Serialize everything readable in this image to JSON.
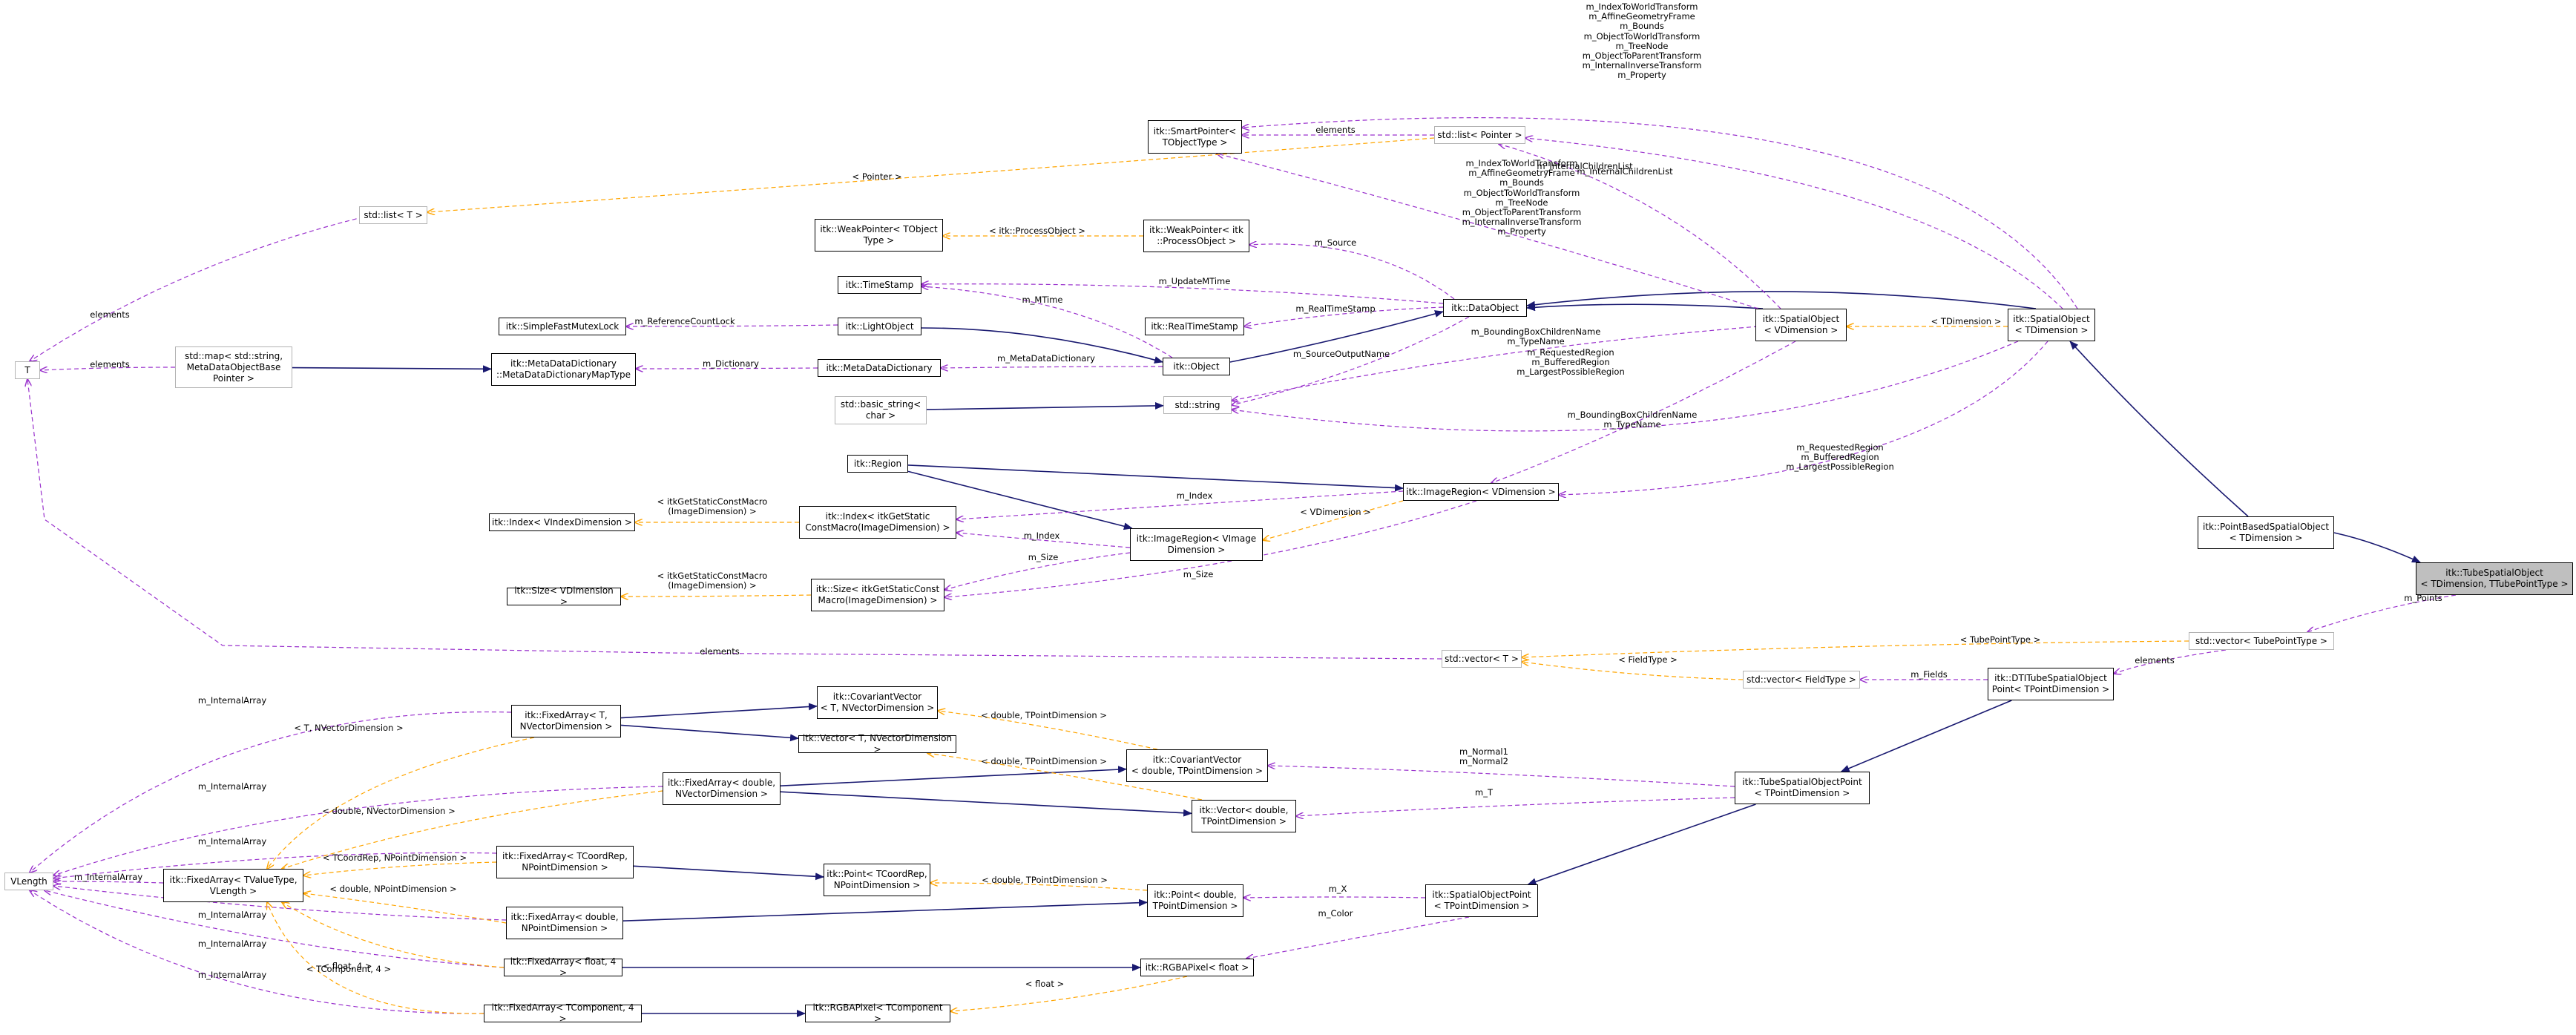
{
  "diagram": {
    "title": "",
    "colors": {
      "inheritance": "#191970",
      "usage": "#9a32cd",
      "template": "#ffa500",
      "external_border": "#b3b3b3",
      "focus_fill": "#bfbfbf"
    },
    "nodes": [
      {
        "id": "T",
        "label": "T",
        "external": true
      },
      {
        "id": "VLength",
        "label": "VLength",
        "external": true
      },
      {
        "id": "stdlistT",
        "label": "std::list< T >",
        "external": true
      },
      {
        "id": "stdmap",
        "label": "std::map< std::string,\nMetaDataObjectBase\nPointer >",
        "external": true
      },
      {
        "id": "basicstring",
        "label": "std::basic_string<\nchar >",
        "external": true
      },
      {
        "id": "stdlistPointer",
        "label": "std::list< Pointer >",
        "external": true
      },
      {
        "id": "stdstring",
        "label": "std::string",
        "external": true
      },
      {
        "id": "stdvectorT",
        "label": "std::vector< T >",
        "external": true
      },
      {
        "id": "stdvectorTube",
        "label": "std::vector< TubePointType >",
        "external": true
      },
      {
        "id": "stdvectorField",
        "label": "std::vector< FieldType >",
        "external": true
      },
      {
        "id": "SmartPointer",
        "label": "itk::SmartPointer<\nTObjectType >"
      },
      {
        "id": "WeakPointerT",
        "label": "itk::WeakPointer< TObject\nType >"
      },
      {
        "id": "WeakPointerPO",
        "label": "itk::WeakPointer< itk\n::ProcessObject >"
      },
      {
        "id": "TimeStamp",
        "label": "itk::TimeStamp"
      },
      {
        "id": "RealTimeStamp",
        "label": "itk::RealTimeStamp"
      },
      {
        "id": "SimpleFastMutexLock",
        "label": "itk::SimpleFastMutexLock"
      },
      {
        "id": "LightObject",
        "label": "itk::LightObject"
      },
      {
        "id": "MDDMap",
        "label": "itk::MetaDataDictionary\n::MetaDataDictionaryMapType"
      },
      {
        "id": "MDD",
        "label": "itk::MetaDataDictionary"
      },
      {
        "id": "Object",
        "label": "itk::Object"
      },
      {
        "id": "DataObject",
        "label": "itk::DataObject"
      },
      {
        "id": "SpatialObjectV",
        "label": "itk::SpatialObject\n< VDimension >"
      },
      {
        "id": "SpatialObjectT",
        "label": "itk::SpatialObject\n< TDimension >"
      },
      {
        "id": "Region",
        "label": "itk::Region"
      },
      {
        "id": "ImageRegionV",
        "label": "itk::ImageRegion< VDimension >"
      },
      {
        "id": "IndexV",
        "label": "itk::Index< VIndexDimension >"
      },
      {
        "id": "IndexMacro",
        "label": "itk::Index< itkGetStatic\nConstMacro(ImageDimension) >"
      },
      {
        "id": "ImageRegionVI",
        "label": "itk::ImageRegion< VImage\nDimension >"
      },
      {
        "id": "SizeV",
        "label": "itk::Size< VDimension >"
      },
      {
        "id": "SizeMacro",
        "label": "itk::Size< itkGetStaticConst\nMacro(ImageDimension) >"
      },
      {
        "id": "PointBasedSO",
        "label": "itk::PointBasedSpatialObject\n< TDimension >"
      },
      {
        "id": "TubeSO",
        "label": "itk::TubeSpatialObject\n< TDimension, TTubePointType >",
        "focus": true
      },
      {
        "id": "DTITubePoint",
        "label": "itk::DTITubeSpatialObject\nPoint< TPointDimension >"
      },
      {
        "id": "TubePoint",
        "label": "itk::TubeSpatialObjectPoint\n< TPointDimension >"
      },
      {
        "id": "SOPoint",
        "label": "itk::SpatialObjectPoint\n< TPointDimension >"
      },
      {
        "id": "FATNV",
        "label": "itk::FixedArray< T,\nNVectorDimension >"
      },
      {
        "id": "CovVecT",
        "label": "itk::CovariantVector\n< T, NVectorDimension >"
      },
      {
        "id": "VectorT",
        "label": "itk::Vector< T, NVectorDimension >"
      },
      {
        "id": "FAdoubleNV",
        "label": "itk::FixedArray< double,\nNVectorDimension >"
      },
      {
        "id": "CovVecD",
        "label": "itk::CovariantVector\n< double, TPointDimension >"
      },
      {
        "id": "VectorD",
        "label": "itk::Vector< double,\nTPointDimension >"
      },
      {
        "id": "FAValueType",
        "label": "itk::FixedArray< TValueType,\nVLength >"
      },
      {
        "id": "FACoordRep",
        "label": "itk::FixedArray< TCoordRep,\nNPointDimension >"
      },
      {
        "id": "PointCoordRep",
        "label": "itk::Point< TCoordRep,\nNPointDimension >"
      },
      {
        "id": "FAdoubleNP",
        "label": "itk::FixedArray< double,\nNPointDimension >"
      },
      {
        "id": "PointD",
        "label": "itk::Point< double,\nTPointDimension >"
      },
      {
        "id": "FAfloat4",
        "label": "itk::FixedArray< float, 4 >"
      },
      {
        "id": "RGBAfloat",
        "label": "itk::RGBAPixel< float >"
      },
      {
        "id": "FATComp4",
        "label": "itk::FixedArray< TComponent, 4 >"
      },
      {
        "id": "RGBATComp",
        "label": "itk::RGBAPixel< TComponent >"
      }
    ],
    "edges": [
      {
        "id": "e1",
        "from": "PointBasedSO",
        "to": "TubeSO",
        "type": "inheritance"
      },
      {
        "id": "e2",
        "from": "SpatialObjectT",
        "to": "PointBasedSO",
        "type": "inheritance"
      },
      {
        "id": "e3",
        "from": "DataObject",
        "to": "SpatialObjectT",
        "type": "inheritance"
      },
      {
        "id": "e4",
        "from": "DataObject",
        "to": "SpatialObjectV",
        "type": "inheritance"
      },
      {
        "id": "e5",
        "from": "Object",
        "to": "DataObject",
        "type": "inheritance"
      },
      {
        "id": "e6",
        "from": "LightObject",
        "to": "Object",
        "type": "inheritance"
      },
      {
        "id": "e7",
        "from": "stdmap",
        "to": "MDDMap",
        "type": "inheritance"
      },
      {
        "id": "e8",
        "from": "basicstring",
        "to": "stdstring",
        "type": "inheritance"
      },
      {
        "id": "e9",
        "from": "Region",
        "to": "ImageRegionV",
        "type": "inheritance"
      },
      {
        "id": "e10",
        "from": "Region",
        "to": "ImageRegionVI",
        "type": "inheritance"
      },
      {
        "id": "e11",
        "from": "DTITubePoint",
        "to": "TubePoint",
        "type": "inheritance"
      },
      {
        "id": "e12",
        "from": "TubePoint",
        "to": "SOPoint",
        "type": "inheritance"
      },
      {
        "id": "e13",
        "from": "FATNV",
        "to": "CovVecT",
        "type": "inheritance"
      },
      {
        "id": "e14",
        "from": "FATNV",
        "to": "VectorT",
        "type": "inheritance"
      },
      {
        "id": "e15",
        "from": "FAdoubleNV",
        "to": "CovVecD",
        "type": "inheritance"
      },
      {
        "id": "e16",
        "from": "FAdoubleNV",
        "to": "VectorD",
        "type": "inheritance"
      },
      {
        "id": "e17",
        "from": "FACoordRep",
        "to": "PointCoordRep",
        "type": "inheritance"
      },
      {
        "id": "e18",
        "from": "FAdoubleNP",
        "to": "PointD",
        "type": "inheritance"
      },
      {
        "id": "e19",
        "from": "FAfloat4",
        "to": "RGBAfloat",
        "type": "inheritance"
      },
      {
        "id": "e20",
        "from": "FATComp4",
        "to": "RGBATComp",
        "type": "inheritance"
      },
      {
        "id": "u1",
        "from": "SpatialObjectT",
        "to": "SmartPointer",
        "type": "usage",
        "label": "m_IndexToWorldTransform\nm_AffineGeometryFrame\nm_Bounds\nm_ObjectToWorldTransform\nm_TreeNode\nm_ObjectToParentTransform\nm_InternalInverseTransform\nm_Property"
      },
      {
        "id": "u2",
        "from": "stdlistPointer",
        "to": "SmartPointer",
        "type": "usage",
        "label": "elements"
      },
      {
        "id": "u3",
        "from": "SpatialObjectV",
        "to": "SmartPointer",
        "type": "usage",
        "label": "m_IndexToWorldTransform\nm_AffineGeometryFrame\nm_Bounds\nm_ObjectToWorldTransform\nm_TreeNode\nm_ObjectToParentTransform\nm_InternalInverseTransform\nm_Property"
      },
      {
        "id": "u4",
        "from": "SpatialObjectT",
        "to": "stdlistPointer",
        "type": "usage",
        "label": "m_InternalChildrenList"
      },
      {
        "id": "u5",
        "from": "SpatialObjectV",
        "to": "stdlistPointer",
        "type": "usage",
        "label": "m_InternalChildrenList"
      },
      {
        "id": "u6",
        "from": "stdlistT",
        "to": "T",
        "type": "usage",
        "label": "elements"
      },
      {
        "id": "u7",
        "from": "stdmap",
        "to": "T",
        "type": "usage",
        "label": "elements"
      },
      {
        "id": "u8",
        "from": "stdvectorT",
        "to": "T",
        "type": "usage",
        "label": "elements"
      },
      {
        "id": "u9",
        "from": "DataObject",
        "to": "WeakPointerPO",
        "type": "usage",
        "label": "m_Source"
      },
      {
        "id": "u10",
        "from": "DataObject",
        "to": "TimeStamp",
        "type": "usage",
        "label": "m_UpdateMTime"
      },
      {
        "id": "u11",
        "from": "Object",
        "to": "TimeStamp",
        "type": "usage",
        "label": "m_MTime"
      },
      {
        "id": "u12",
        "from": "DataObject",
        "to": "RealTimeStamp",
        "type": "usage",
        "label": "m_RealTimeStamp"
      },
      {
        "id": "u13",
        "from": "LightObject",
        "to": "SimpleFastMutexLock",
        "type": "usage",
        "label": "m_ReferenceCountLock"
      },
      {
        "id": "u14",
        "from": "MDD",
        "to": "MDDMap",
        "type": "usage",
        "label": "m_Dictionary"
      },
      {
        "id": "u15",
        "from": "Object",
        "to": "MDD",
        "type": "usage",
        "label": "m_MetaDataDictionary"
      },
      {
        "id": "u16",
        "from": "DataObject",
        "to": "stdstring",
        "type": "usage",
        "label": "m_SourceOutputName"
      },
      {
        "id": "u17",
        "from": "SpatialObjectV",
        "to": "stdstring",
        "type": "usage",
        "label": "m_BoundingBoxChildrenName\nm_TypeName"
      },
      {
        "id": "u18",
        "from": "SpatialObjectT",
        "to": "stdstring",
        "type": "usage",
        "label": "m_BoundingBoxChildrenName\nm_TypeName"
      },
      {
        "id": "u19",
        "from": "SpatialObjectV",
        "to": "ImageRegionV",
        "type": "usage",
        "label": "m_RequestedRegion\nm_BufferedRegion\nm_LargestPossibleRegion"
      },
      {
        "id": "u20",
        "from": "SpatialObjectT",
        "to": "ImageRegionV",
        "type": "usage",
        "label": "m_RequestedRegion\nm_BufferedRegion\nm_LargestPossibleRegion"
      },
      {
        "id": "u21",
        "from": "ImageRegionV",
        "to": "IndexMacro",
        "type": "usage",
        "label": "m_Index"
      },
      {
        "id": "u22",
        "from": "ImageRegionVI",
        "to": "IndexMacro",
        "type": "usage",
        "label": "m_Index"
      },
      {
        "id": "u23",
        "from": "ImageRegionVI",
        "to": "SizeMacro",
        "type": "usage",
        "label": "m_Size"
      },
      {
        "id": "u24",
        "from": "ImageRegionV",
        "to": "SizeMacro",
        "type": "usage",
        "label": "m_Size"
      },
      {
        "id": "u25",
        "from": "TubeSO",
        "to": "stdvectorTube",
        "type": "usage",
        "label": "m_Points"
      },
      {
        "id": "u26",
        "from": "stdvectorTube",
        "to": "DTITubePoint",
        "type": "usage",
        "label": "elements"
      },
      {
        "id": "u27",
        "from": "DTITubePoint",
        "to": "stdvectorField",
        "type": "usage",
        "label": "m_Fields"
      },
      {
        "id": "u28",
        "from": "TubePoint",
        "to": "CovVecD",
        "type": "usage",
        "label": "m_Normal1\nm_Normal2"
      },
      {
        "id": "u29",
        "from": "TubePoint",
        "to": "VectorD",
        "type": "usage",
        "label": "m_T"
      },
      {
        "id": "u30",
        "from": "SOPoint",
        "to": "PointD",
        "type": "usage",
        "label": "m_X"
      },
      {
        "id": "u31",
        "from": "SOPoint",
        "to": "RGBAfloat",
        "type": "usage",
        "label": "m_Color"
      },
      {
        "id": "u32",
        "from": "FATNV",
        "to": "VLength",
        "type": "usage",
        "label": "m_InternalArray"
      },
      {
        "id": "u33",
        "from": "FAdoubleNV",
        "to": "VLength",
        "type": "usage",
        "label": "m_InternalArray"
      },
      {
        "id": "u34",
        "from": "FACoordRep",
        "to": "VLength",
        "type": "usage",
        "label": "m_InternalArray"
      },
      {
        "id": "u35",
        "from": "FAValueType",
        "to": "VLength",
        "type": "usage",
        "label": "m_InternalArray"
      },
      {
        "id": "u36",
        "from": "FAdoubleNP",
        "to": "VLength",
        "type": "usage",
        "label": "m_InternalArray"
      },
      {
        "id": "u37",
        "from": "FAfloat4",
        "to": "VLength",
        "type": "usage",
        "label": "m_InternalArray"
      },
      {
        "id": "u38",
        "from": "FATComp4",
        "to": "VLength",
        "type": "usage",
        "label": "m_InternalArray"
      },
      {
        "id": "t1",
        "from": "stdlistPointer",
        "to": "stdlistT",
        "type": "template",
        "label": "< Pointer >"
      },
      {
        "id": "t2",
        "from": "WeakPointerPO",
        "to": "WeakPointerT",
        "type": "template",
        "label": "< itk::ProcessObject >"
      },
      {
        "id": "t3",
        "from": "SpatialObjectT",
        "to": "SpatialObjectV",
        "type": "template",
        "label": "< TDimension >"
      },
      {
        "id": "t4",
        "from": "ImageRegionVI",
        "to": "ImageRegionV",
        "type": "template",
        "label": "< VDimension >"
      },
      {
        "id": "t5",
        "from": "IndexMacro",
        "to": "IndexV",
        "type": "template",
        "label": "< itkGetStaticConstMacro\n(ImageDimension) >"
      },
      {
        "id": "t6",
        "from": "SizeMacro",
        "to": "SizeV",
        "type": "template",
        "label": "< itkGetStaticConstMacro\n(ImageDimension) >"
      },
      {
        "id": "t7",
        "from": "stdvectorTube",
        "to": "stdvectorT",
        "type": "template",
        "label": "< TubePointType >"
      },
      {
        "id": "t8",
        "from": "stdvectorField",
        "to": "stdvectorT",
        "type": "template",
        "label": "< FieldType >"
      },
      {
        "id": "t9",
        "from": "CovVecD",
        "to": "CovVecT",
        "type": "template",
        "label": "< double, TPointDimension >"
      },
      {
        "id": "t10",
        "from": "VectorD",
        "to": "VectorT",
        "type": "template",
        "label": "< double, TPointDimension >"
      },
      {
        "id": "t11",
        "from": "PointD",
        "to": "PointCoordRep",
        "type": "template",
        "label": "< double, TPointDimension >"
      },
      {
        "id": "t12",
        "from": "RGBATComp",
        "to": "RGBAfloat",
        "type": "template",
        "label": "< float >"
      },
      {
        "id": "t13",
        "from": "FATNV",
        "to": "FAValueType",
        "type": "template",
        "label": "< T, NVectorDimension >"
      },
      {
        "id": "t14",
        "from": "FAdoubleNV",
        "to": "FAValueType",
        "type": "template",
        "label": "< double, NVectorDimension >"
      },
      {
        "id": "t15",
        "from": "FACoordRep",
        "to": "FAValueType",
        "type": "template",
        "label": "< TCoordRep, NPointDimension >"
      },
      {
        "id": "t16",
        "from": "FAdoubleNP",
        "to": "FAValueType",
        "type": "template",
        "label": "< double, NPointDimension >"
      },
      {
        "id": "t17",
        "from": "FAfloat4",
        "to": "FAValueType",
        "type": "template",
        "label": "< float, 4 >"
      },
      {
        "id": "t18",
        "from": "FATComp4",
        "to": "FAValueType",
        "type": "template",
        "label": "< TComponent, 4 >"
      }
    ]
  }
}
